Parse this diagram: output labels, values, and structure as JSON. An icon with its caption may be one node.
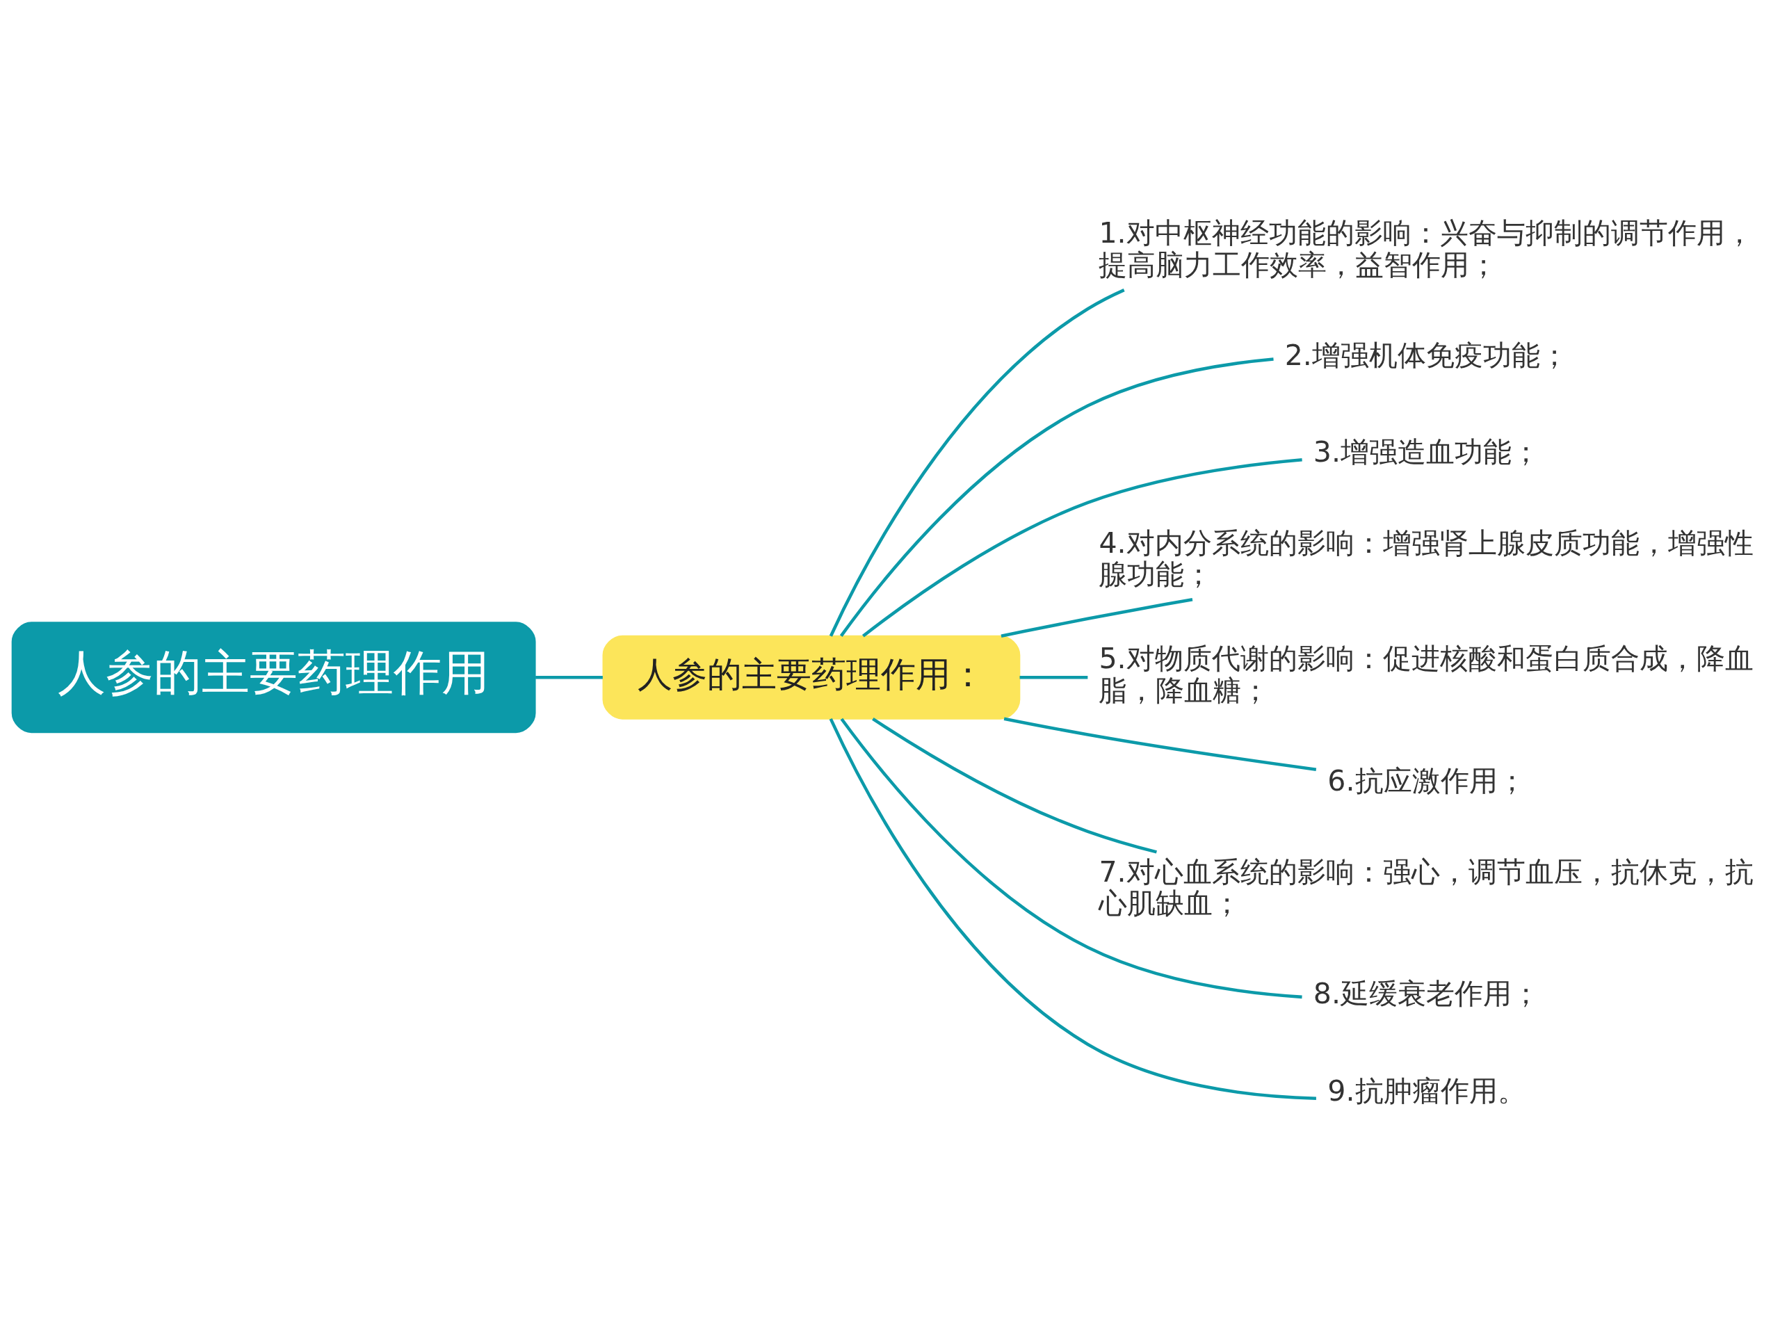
{
  "diagram": {
    "nodes": [
      {
        "text": [
          "人参的主要药理作用"
        ]
      },
      {
        "text": [
          "人参的主要药理作用："
        ]
      },
      {
        "text": [
          "1.对中枢神经功能的影响：兴奋与抑制的调节作用，提高脑力工作效率，益智作用；"
        ]
      },
      {
        "text": [
          "2.增强机体免疫功能；"
        ]
      },
      {
        "text": [
          "3.增强造血功能；"
        ]
      },
      {
        "text": [
          "4.对内分系统的影响：增强肾上腺皮质功能，增强性腺功能；"
        ]
      },
      {
        "text": [
          "5.对物质代谢的影响：促进核酸和蛋白质合成，降血脂，降血糖；"
        ]
      },
      {
        "text": [
          "6.抗应激作用；"
        ]
      },
      {
        "text": [
          "7.对心血系统的影响：强心，调节血压，抗休克，抗心肌缺血；"
        ]
      },
      {
        "text": [
          "8.延缓衰老作用；"
        ]
      },
      {
        "text": [
          "9.抗肿瘤作用。"
        ]
      }
    ],
    "edges": [
      {
        "from": 0,
        "to": 1,
        "arrow": "none"
      },
      {
        "from": 1,
        "to": 2,
        "arrow": "none"
      },
      {
        "from": 1,
        "to": 3,
        "arrow": "none"
      },
      {
        "from": 1,
        "to": 4,
        "arrow": "none"
      },
      {
        "from": 1,
        "to": 5,
        "arrow": "none"
      },
      {
        "from": 1,
        "to": 6,
        "arrow": "none"
      },
      {
        "from": 1,
        "to": 7,
        "arrow": "none"
      },
      {
        "from": 1,
        "to": 8,
        "arrow": "none"
      },
      {
        "from": 1,
        "to": 9,
        "arrow": "none"
      },
      {
        "from": 1,
        "to": 10,
        "arrow": "none"
      }
    ]
  }
}
